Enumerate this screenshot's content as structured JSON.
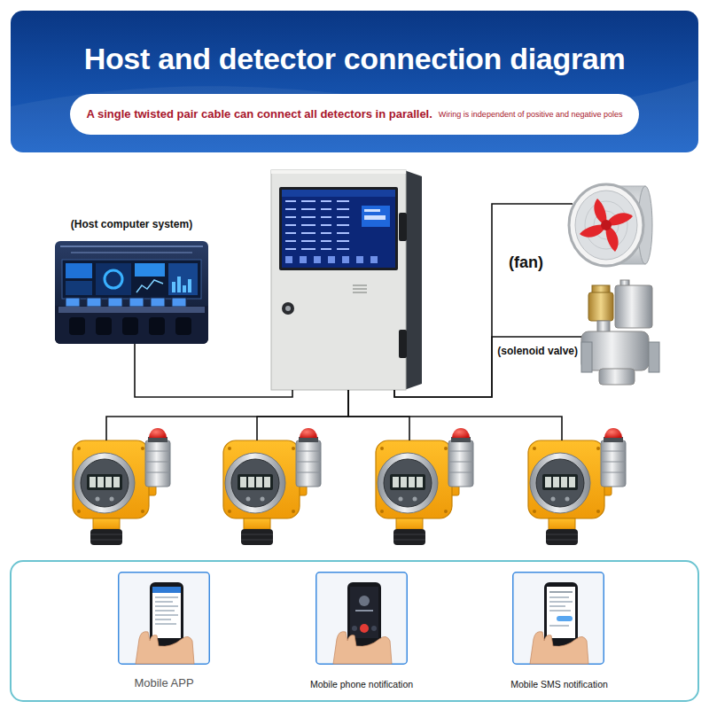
{
  "diagram": {
    "title": "Host and detector connection diagram",
    "nodes": [
      {
        "text": [
          "A single twisted pair cable can connect all detectors in parallel.",
          "Wiring is independent of positive and negative poles"
        ]
      },
      {
        "text": [
          "(Host computer system)"
        ]
      },
      {
        "text": []
      },
      {
        "text": [
          "(fan)"
        ]
      },
      {
        "text": [
          "(solenoid valve)"
        ]
      },
      {
        "text": []
      },
      {
        "text": []
      },
      {
        "text": []
      },
      {
        "text": []
      },
      {
        "text": [
          "Mobile APP"
        ]
      },
      {
        "text": [
          "Mobile phone notification"
        ]
      },
      {
        "text": [
          "Mobile SMS notification"
        ]
      }
    ],
    "edges": [
      {
        "from": 1,
        "to": 2,
        "arrow": "none"
      },
      {
        "from": 2,
        "to": 3,
        "arrow": "none"
      },
      {
        "from": 2,
        "to": 4,
        "arrow": "none"
      },
      {
        "from": 2,
        "to": 5,
        "arrow": "none"
      },
      {
        "from": 2,
        "to": 6,
        "arrow": "none"
      },
      {
        "from": 2,
        "to": 7,
        "arrow": "none"
      },
      {
        "from": 2,
        "to": 8,
        "arrow": "none"
      }
    ]
  }
}
